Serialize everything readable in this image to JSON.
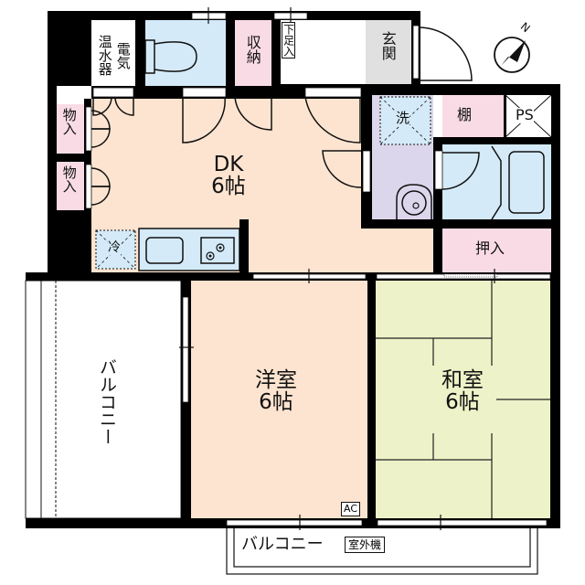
{
  "floor_plan": {
    "layout_type": "2DK",
    "colors": {
      "wall": "#000000",
      "living_floor": "#fde4d0",
      "tatami": "#eef2c8",
      "wet_area_blue": "#d4eaf8",
      "washroom_lavender": "#dcd6ec",
      "storage_pink": "#f9dbe6",
      "entrance_gray": "#e0e0e0",
      "balcony": "#ffffff"
    },
    "rooms": {
      "dk": {
        "name": "DK",
        "size": "6帖"
      },
      "western_room": {
        "name": "洋室",
        "size": "6帖"
      },
      "japanese_room": {
        "name": "和室",
        "size": "6帖"
      },
      "balcony_west": {
        "name": "バルコニー"
      },
      "balcony_south": {
        "name": "バルコニー"
      },
      "entrance": {
        "name": "玄関"
      },
      "shoe_storage": {
        "name": "下足入"
      },
      "storage_top": {
        "name": "収納"
      },
      "water_heater": {
        "name": "温水器"
      },
      "electric": {
        "name": "電気"
      },
      "closet_1": {
        "name": "物入"
      },
      "closet_2": {
        "name": "物入"
      },
      "shelf": {
        "name": "棚"
      },
      "pipe_space": {
        "name": "PS"
      },
      "oshiire": {
        "name": "押入"
      },
      "washer": {
        "name": "洗"
      },
      "fridge": {
        "name": "冷"
      },
      "aircon": {
        "name": "AC"
      },
      "outdoor_unit": {
        "name": "室外機"
      }
    },
    "compass": {
      "label": "N"
    }
  }
}
